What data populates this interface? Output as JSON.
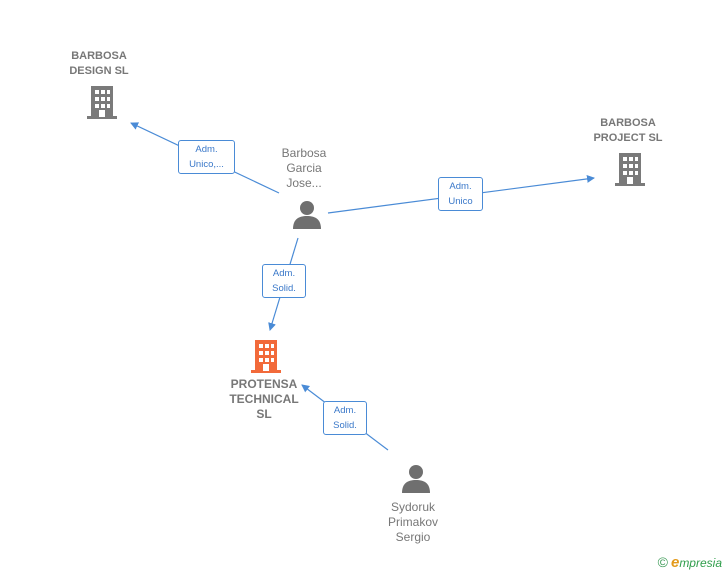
{
  "nodes": {
    "barbosa_design": {
      "label": "BARBOSA\nDESIGN  SL"
    },
    "barbosa_project": {
      "label": "BARBOSA\nPROJECT SL"
    },
    "barbosa_garcia": {
      "label": "Barbosa\nGarcia\nJose..."
    },
    "protensa": {
      "label": "PROTENSA\nTECHNICAL\nSL"
    },
    "sydoruk": {
      "label": "Sydoruk\nPrimakov\nSergio"
    }
  },
  "relations": {
    "to_design": "Adm.\nUnico,...",
    "to_project": "Adm.\nUnico",
    "garcia_to_protensa": "Adm.\nSolid.",
    "sydoruk_to_protensa": "Adm.\nSolid."
  },
  "colors": {
    "edge": "#4a8bd6",
    "company_icon": "#7a7a7a",
    "main_company_icon": "#f26a3a",
    "person_icon": "#6f6f6f"
  },
  "brand": {
    "copyright": "©",
    "initial": "e",
    "rest": "mpresia"
  }
}
